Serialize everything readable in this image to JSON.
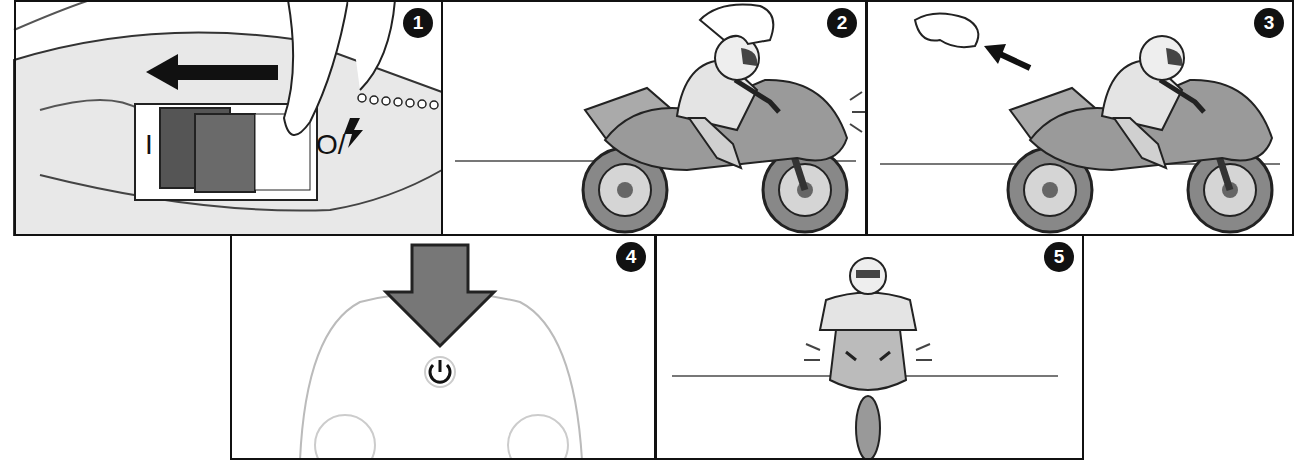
{
  "diagram": {
    "nodes": [
      {
        "text": [
          "1"
        ]
      },
      {
        "text": [
          "2"
        ]
      },
      {
        "text": [
          "3"
        ]
      },
      {
        "text": [
          "4"
        ]
      },
      {
        "text": [
          "5"
        ]
      }
    ],
    "labels": [
      "I",
      "O/"
    ]
  }
}
